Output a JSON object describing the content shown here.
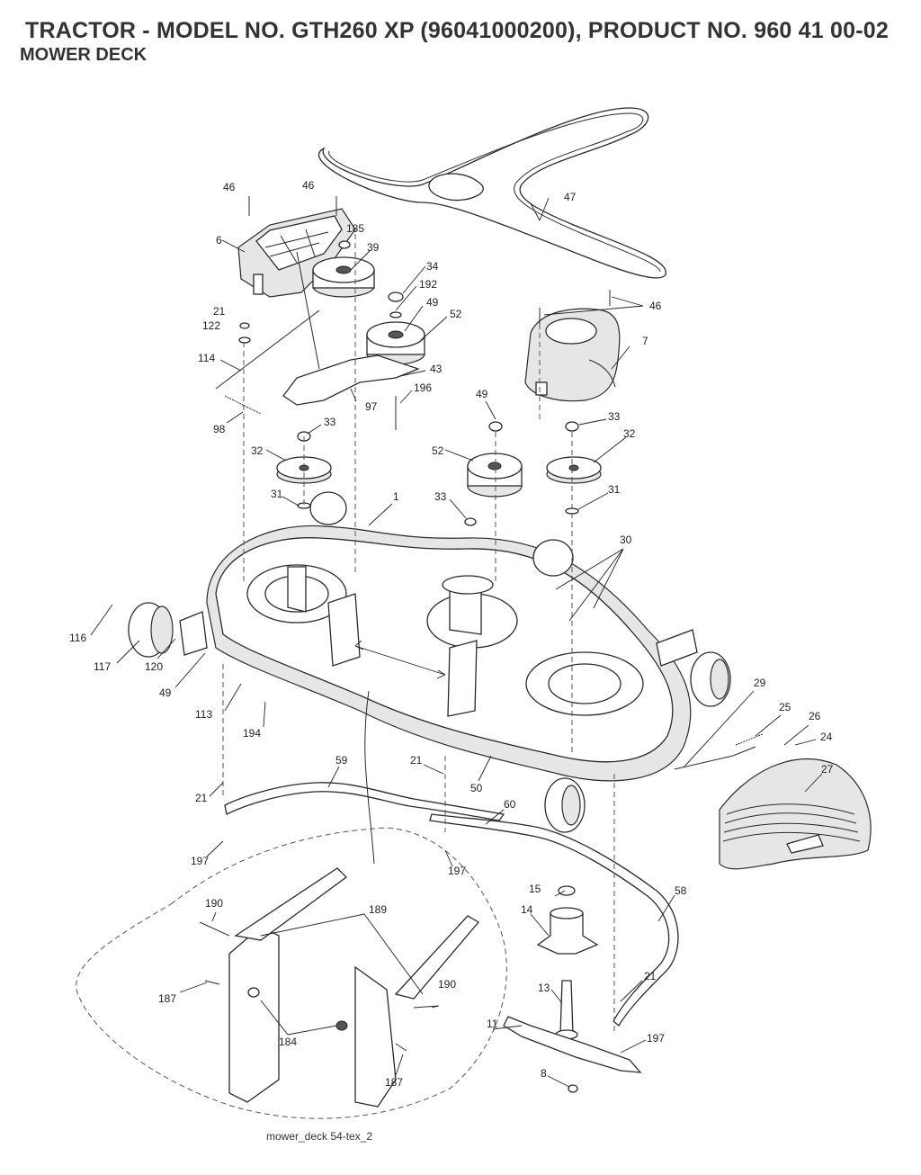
{
  "header": {
    "title": "TRACTOR - MODEL NO. GTH260 XP (96041000200), PRODUCT NO. 960 41 00-02",
    "subtitle": "MOWER DECK"
  },
  "diagram": {
    "caption": "mower_deck 54-tex_2",
    "callouts": [
      {
        "key": "c46a",
        "label": "46"
      },
      {
        "key": "c46b",
        "label": "46"
      },
      {
        "key": "c47",
        "label": "47"
      },
      {
        "key": "c185",
        "label": "185"
      },
      {
        "key": "c6",
        "label": "6"
      },
      {
        "key": "c39",
        "label": "39"
      },
      {
        "key": "c34",
        "label": "34"
      },
      {
        "key": "c192",
        "label": "192"
      },
      {
        "key": "c49a",
        "label": "49"
      },
      {
        "key": "c21a",
        "label": "21"
      },
      {
        "key": "c122",
        "label": "122"
      },
      {
        "key": "c52a",
        "label": "52"
      },
      {
        "key": "c46c",
        "label": "46"
      },
      {
        "key": "c7",
        "label": "7"
      },
      {
        "key": "c114",
        "label": "114"
      },
      {
        "key": "c43",
        "label": "43"
      },
      {
        "key": "c196",
        "label": "196"
      },
      {
        "key": "c97",
        "label": "97"
      },
      {
        "key": "c49b",
        "label": "49"
      },
      {
        "key": "c98",
        "label": "98"
      },
      {
        "key": "c33a",
        "label": "33"
      },
      {
        "key": "c33b",
        "label": "33"
      },
      {
        "key": "c32a",
        "label": "32"
      },
      {
        "key": "c52b",
        "label": "52"
      },
      {
        "key": "c32b",
        "label": "32"
      },
      {
        "key": "c31a",
        "label": "31"
      },
      {
        "key": "c1",
        "label": "1"
      },
      {
        "key": "c33c",
        "label": "33"
      },
      {
        "key": "c31b",
        "label": "31"
      },
      {
        "key": "c30",
        "label": "30"
      },
      {
        "key": "c116",
        "label": "116"
      },
      {
        "key": "c117",
        "label": "117"
      },
      {
        "key": "c120",
        "label": "120"
      },
      {
        "key": "c49c",
        "label": "49"
      },
      {
        "key": "c113",
        "label": "113"
      },
      {
        "key": "c194",
        "label": "194"
      },
      {
        "key": "c29",
        "label": "29"
      },
      {
        "key": "c25",
        "label": "25"
      },
      {
        "key": "c26",
        "label": "26"
      },
      {
        "key": "c24",
        "label": "24"
      },
      {
        "key": "c27",
        "label": "27"
      },
      {
        "key": "c59",
        "label": "59"
      },
      {
        "key": "c21b",
        "label": "21"
      },
      {
        "key": "c50",
        "label": "50"
      },
      {
        "key": "c21c",
        "label": "21"
      },
      {
        "key": "c60",
        "label": "60"
      },
      {
        "key": "c197a",
        "label": "197"
      },
      {
        "key": "c197b",
        "label": "197"
      },
      {
        "key": "c15",
        "label": "15"
      },
      {
        "key": "c58",
        "label": "58"
      },
      {
        "key": "c190a",
        "label": "190"
      },
      {
        "key": "c189",
        "label": "189"
      },
      {
        "key": "c14",
        "label": "14"
      },
      {
        "key": "c187a",
        "label": "187"
      },
      {
        "key": "c190b",
        "label": "190"
      },
      {
        "key": "c21d",
        "label": "21"
      },
      {
        "key": "c11",
        "label": "11"
      },
      {
        "key": "c13",
        "label": "13"
      },
      {
        "key": "c184",
        "label": "184"
      },
      {
        "key": "c197c",
        "label": "197"
      },
      {
        "key": "c187b",
        "label": "187"
      },
      {
        "key": "c8",
        "label": "8"
      }
    ]
  }
}
